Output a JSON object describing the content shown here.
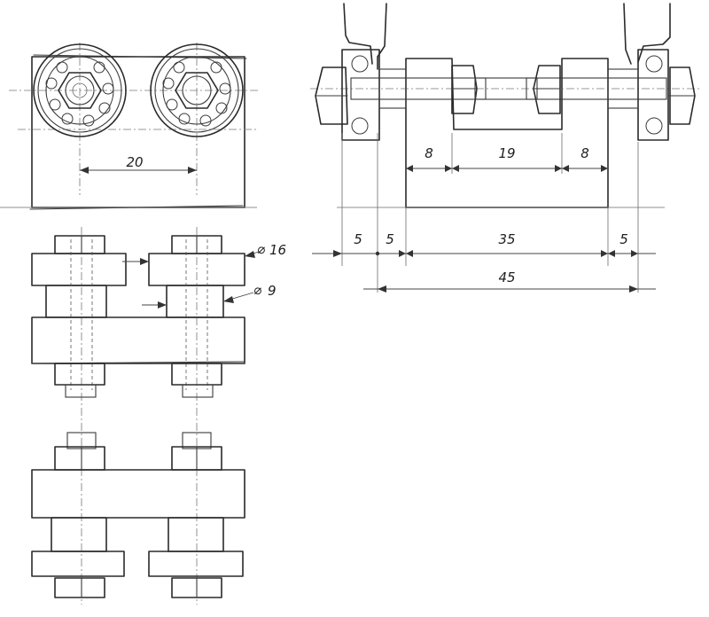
{
  "drawing": {
    "views": [
      "front-view",
      "plan-view",
      "side-view"
    ],
    "dimensions": {
      "bolt_spacing": "20",
      "head_diameter": "16",
      "shank_diameter": "9",
      "diameter_symbol": "⌀",
      "flange_a": "8",
      "gap": "19",
      "flange_b": "8",
      "left_outer": "5",
      "left_inner": "5",
      "middle": "35",
      "right_outer": "5",
      "overall": "45"
    },
    "ink_color": "#2a2a2a",
    "paper_color": "#ffffff"
  }
}
